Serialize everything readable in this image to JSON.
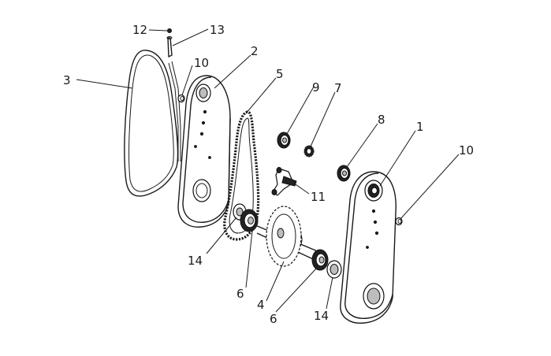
{
  "callouts": {
    "c1": "1",
    "c2": "2",
    "c3": "3",
    "c4": "4",
    "c5": "5",
    "c6a": "6",
    "c6b": "6",
    "c7": "7",
    "c8": "8",
    "c9": "9",
    "c10a": "10",
    "c10b": "10",
    "c11": "11",
    "c12": "12",
    "c13": "13",
    "c14a": "14",
    "c14b": "14"
  }
}
